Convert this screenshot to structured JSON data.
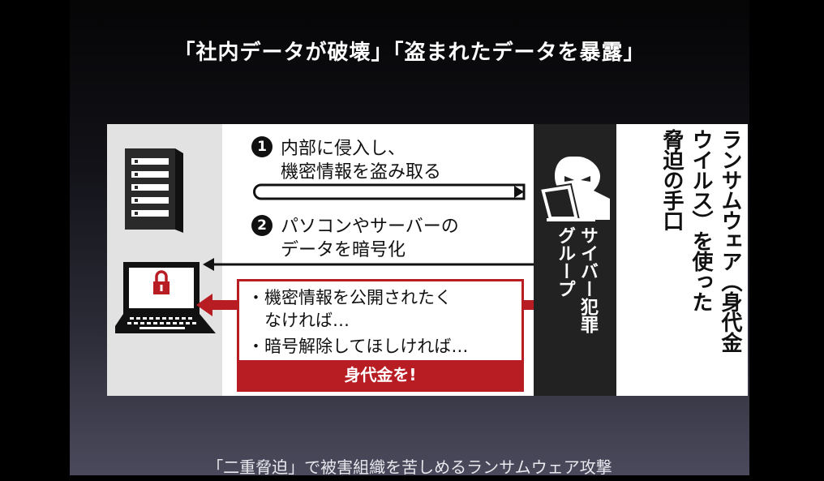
{
  "headline": "「社内データが破壊」「盗まれたデータを暴露」",
  "diagram": {
    "title_line1": "ランサムウェア（身代金",
    "title_line2": "ウイルス）を使った",
    "title_line3": "脅迫の手口",
    "group_line1": "サイバー犯罪",
    "group_line2": "グループ",
    "step1_number": "1",
    "step1_line1": "内部に侵入し、",
    "step1_line2": "機密情報を盗み取る",
    "step2_number": "2",
    "step2_line1": "パソコンやサーバーの",
    "step2_line2": "データを暗号化",
    "bullet1_line1": "・機密情報を公開されたく",
    "bullet1_line2": "なければ…",
    "bullet2": "・暗号解除してほしければ…",
    "ransom_label": "身代金を!",
    "icons": {
      "server": "server-icon",
      "laptop": "laptop-lock-icon",
      "hacker": "hacker-at-laptop-icon"
    },
    "colors": {
      "accent_red": "#b81d24",
      "dark_band": "#222222",
      "left_strip": "#e3e2e2"
    }
  },
  "caption": "「二重脅迫」で被害組織を苦しめるランサムウェア攻撃"
}
